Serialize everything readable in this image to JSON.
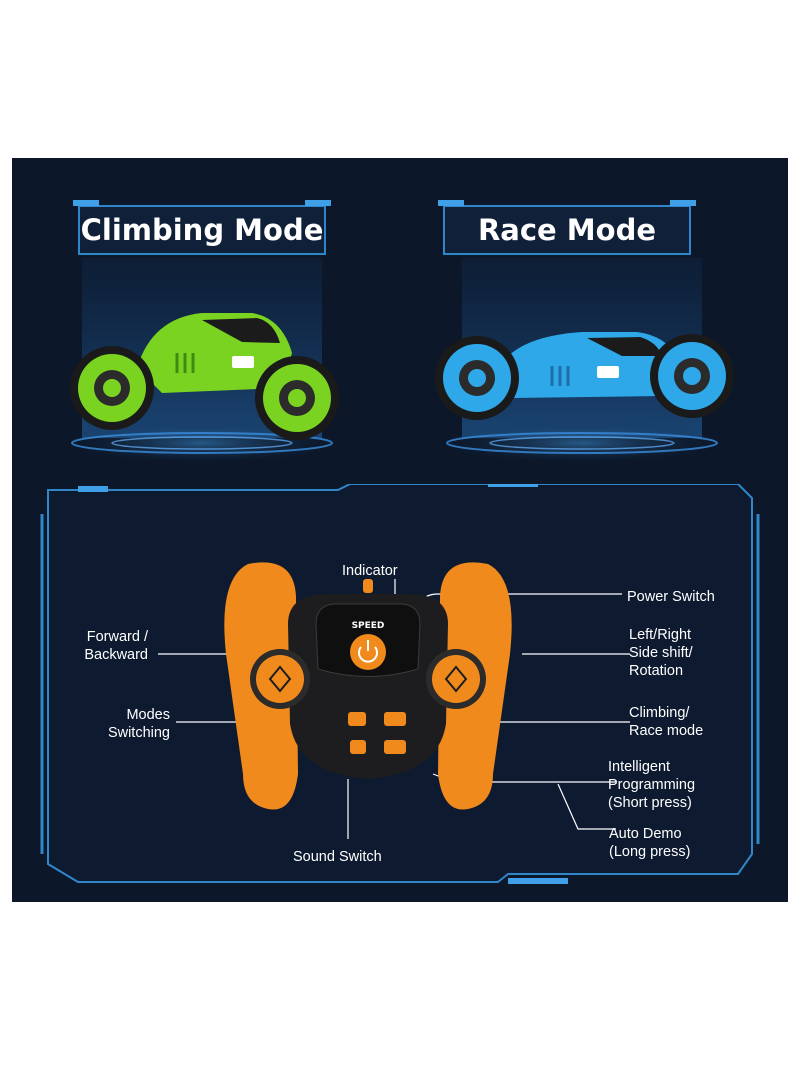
{
  "modes": {
    "climbing": "Climbing Mode",
    "race": "Race Mode"
  },
  "colors": {
    "background": "#0c1729",
    "accent_blue": "#2f86c8",
    "climbing_car": "#7bd321",
    "race_car": "#2ea8e8",
    "controller_orange": "#f08a1c",
    "controller_body": "#1d1d1f"
  },
  "controller": {
    "speed_label": "SPEED"
  },
  "callouts": {
    "indicator": "Indicator",
    "power_switch": "Power Switch",
    "forward_backward": "Forward /\nBackward",
    "left_right": "Left/Right\nSide shift/\nRotation",
    "modes_switching": "Modes\nSwitching",
    "climbing_race": "Climbing/\nRace mode",
    "intelligent_programming": "Intelligent\nProgramming\n(Short press)",
    "auto_demo": "Auto Demo\n(Long press)",
    "sound_switch": "Sound Switch"
  },
  "icons": {
    "power": "power-icon",
    "mode_switch": "mode-switch-icon",
    "climb_race": "car-icon",
    "sound": "sound-icon",
    "program": "program-icon",
    "direction_left": "direction-arrows-icon",
    "direction_right": "direction-arrows-icon"
  }
}
